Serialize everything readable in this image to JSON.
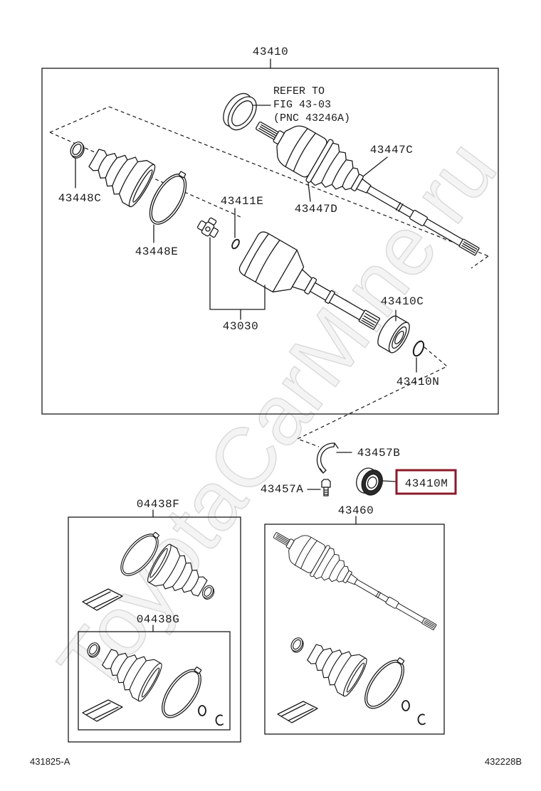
{
  "watermark": "ToyotaCarMine.ru",
  "colors": {
    "line": "#1a1a1a",
    "highlight": "#8b1a2b",
    "watermark": "#d9d9d9"
  },
  "main_assembly": {
    "label": "43410",
    "refer_note": {
      "line1": "REFER TO",
      "line2": "FIG 43-03",
      "line3": "(PNC 43246A)"
    },
    "callouts": {
      "outer_small_clamp": "43447C",
      "outer_band_clamp": "43447D",
      "inner_small_clamp": "43448C",
      "inner_band_clamp": "43448E",
      "tripod": "43411E",
      "inner_housing": "43030",
      "bearing": "43410C",
      "snap_ring": "43410N"
    }
  },
  "loose_parts": {
    "clip": "43457B",
    "seal": "43410M",
    "bolt": "43457A"
  },
  "kits": {
    "boot_kit_outer": "04438F",
    "boot_kit_inner": "04438G",
    "shaft_assembly": "43460"
  },
  "footer": {
    "left_code": "431825-A",
    "right_code": "432228B"
  }
}
